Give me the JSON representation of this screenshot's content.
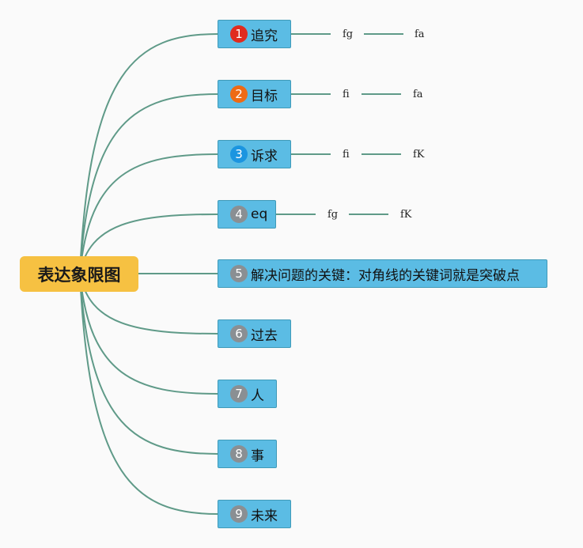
{
  "root": {
    "label": "表达象限图"
  },
  "topics": [
    {
      "num": "1",
      "label": "追究",
      "badge_color": "#e02b1e",
      "children": [
        "fg",
        "fa"
      ]
    },
    {
      "num": "2",
      "label": "目标",
      "badge_color": "#ee6a14",
      "children": [
        "fi",
        "fa"
      ]
    },
    {
      "num": "3",
      "label": "诉求",
      "badge_color": "#1b95e0",
      "children": [
        "fi",
        "fK"
      ]
    },
    {
      "num": "4",
      "label": "eq",
      "badge_color": "#8a8f93",
      "children": [
        "fg",
        "fK"
      ]
    },
    {
      "num": "5",
      "label": "解决问题的关键：对角线的关键词就是突破点",
      "badge_color": "#8a8f93",
      "children": []
    },
    {
      "num": "6",
      "label": "过去",
      "badge_color": "#8a8f93",
      "children": []
    },
    {
      "num": "7",
      "label": "人",
      "badge_color": "#8a8f93",
      "children": []
    },
    {
      "num": "8",
      "label": "事",
      "badge_color": "#8a8f93",
      "children": []
    },
    {
      "num": "9",
      "label": "未来",
      "badge_color": "#8a8f93",
      "children": []
    }
  ],
  "colors": {
    "branch_line": "#5f9a88",
    "topic_fill": "#5bbce4",
    "root_fill": "#f6c142"
  }
}
